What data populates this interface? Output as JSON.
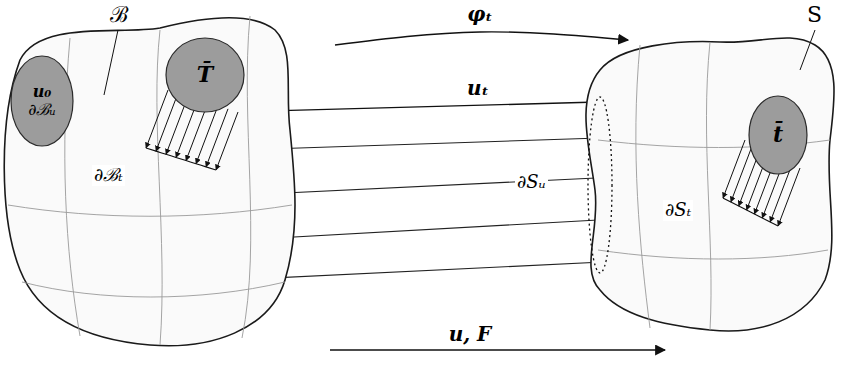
{
  "diagram": {
    "nodes": [
      {
        "text": [
          "ℬ"
        ]
      },
      {
        "text": [
          "T̄"
        ],
        "in": 0
      },
      {
        "text": [
          "u₀",
          "∂ℬᵤ"
        ],
        "in": 0
      },
      {
        "text": [
          "S"
        ]
      },
      {
        "text": [
          "t̄"
        ],
        "in": 3
      }
    ],
    "edges": [
      {
        "from": 0,
        "to": 3,
        "arrow": "to",
        "label": "φₜ"
      },
      {
        "from": 0,
        "to": 3,
        "arrow": "none",
        "label": "uₜ"
      },
      {
        "from": 0,
        "to": 3,
        "arrow": "to",
        "label": "u, F"
      }
    ],
    "labels": [
      "∂ℬₜ",
      "∂Sᵤ",
      "∂Sₜ"
    ]
  }
}
